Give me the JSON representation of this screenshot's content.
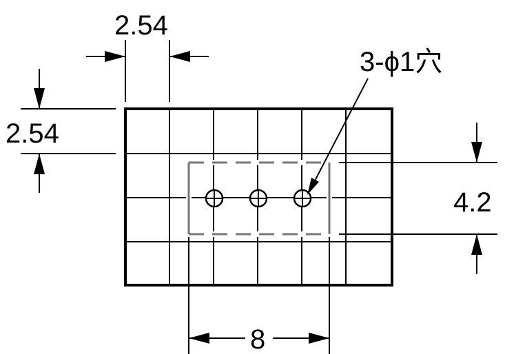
{
  "dimensions": {
    "top_pitch": "2.54",
    "left_pitch": "2.54",
    "right_height": "4.2",
    "bottom_width": "8"
  },
  "callout": {
    "holes_label": "3-ϕ1穴"
  },
  "colors": {
    "line": "#000000",
    "outline_gray": "#777777",
    "background": "#ffffff"
  }
}
